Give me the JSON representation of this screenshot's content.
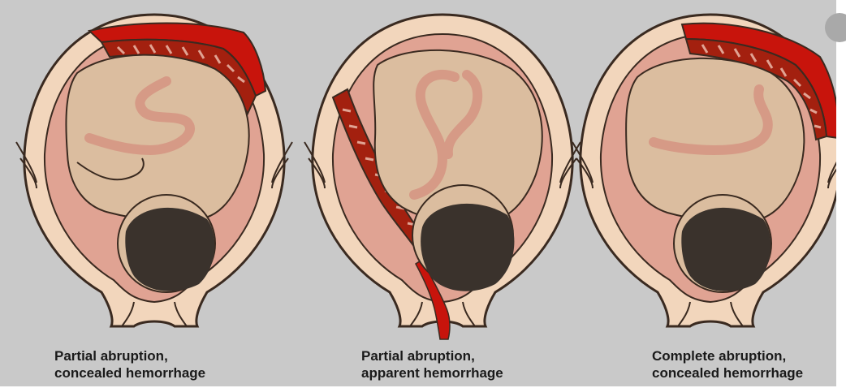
{
  "figure": {
    "panels": [
      {
        "id": "partial-concealed",
        "line1": "Partial abruption,",
        "line2": "concealed hemorrhage"
      },
      {
        "id": "partial-apparent",
        "line1": "Partial abruption,",
        "line2": "apparent hemorrhage"
      },
      {
        "id": "complete-concealed",
        "line1": "Complete abruption,",
        "line2": "concealed hemorrhage"
      }
    ]
  },
  "colors": {
    "background": "#c9c9c9",
    "uterine_wall": "#f2d6bc",
    "outline": "#3a2a20",
    "amniotic": "#e0a393",
    "fetus_skin": "#dbbd9f",
    "hemorrhage": "#c8140c",
    "placenta_stripe": "#7a1208",
    "hair": "#3a322c"
  }
}
